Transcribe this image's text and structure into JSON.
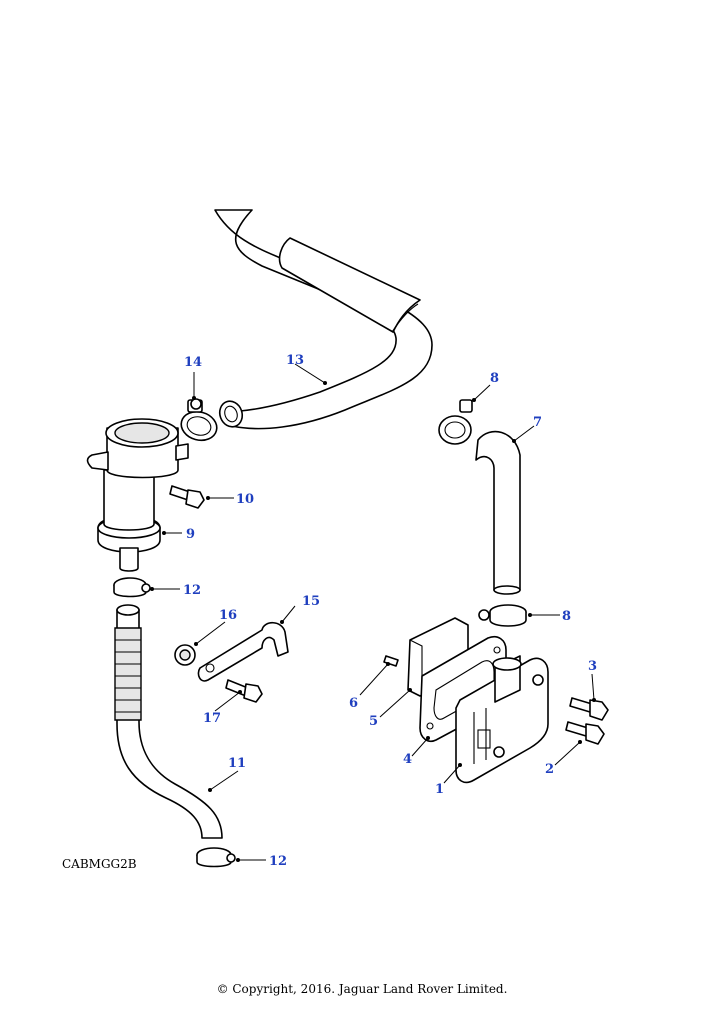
{
  "diagram": {
    "reference_code": "CABMGG2B",
    "copyright": "© Copyright, 2016. Jaguar Land Rover Limited.",
    "callouts": [
      {
        "id": "c1",
        "label": "1"
      },
      {
        "id": "c2",
        "label": "2"
      },
      {
        "id": "c3",
        "label": "3"
      },
      {
        "id": "c4",
        "label": "4"
      },
      {
        "id": "c5",
        "label": "5"
      },
      {
        "id": "c6",
        "label": "6"
      },
      {
        "id": "c7",
        "label": "7"
      },
      {
        "id": "c8a",
        "label": "8"
      },
      {
        "id": "c8b",
        "label": "8"
      },
      {
        "id": "c9",
        "label": "9"
      },
      {
        "id": "c10",
        "label": "10"
      },
      {
        "id": "c11",
        "label": "11"
      },
      {
        "id": "c12a",
        "label": "12"
      },
      {
        "id": "c12b",
        "label": "12"
      },
      {
        "id": "c13",
        "label": "13"
      },
      {
        "id": "c14",
        "label": "14"
      },
      {
        "id": "c15",
        "label": "15"
      },
      {
        "id": "c16",
        "label": "16"
      },
      {
        "id": "c17",
        "label": "17"
      }
    ],
    "colors": {
      "callout": "#1f3fbf",
      "line": "#000000"
    }
  }
}
